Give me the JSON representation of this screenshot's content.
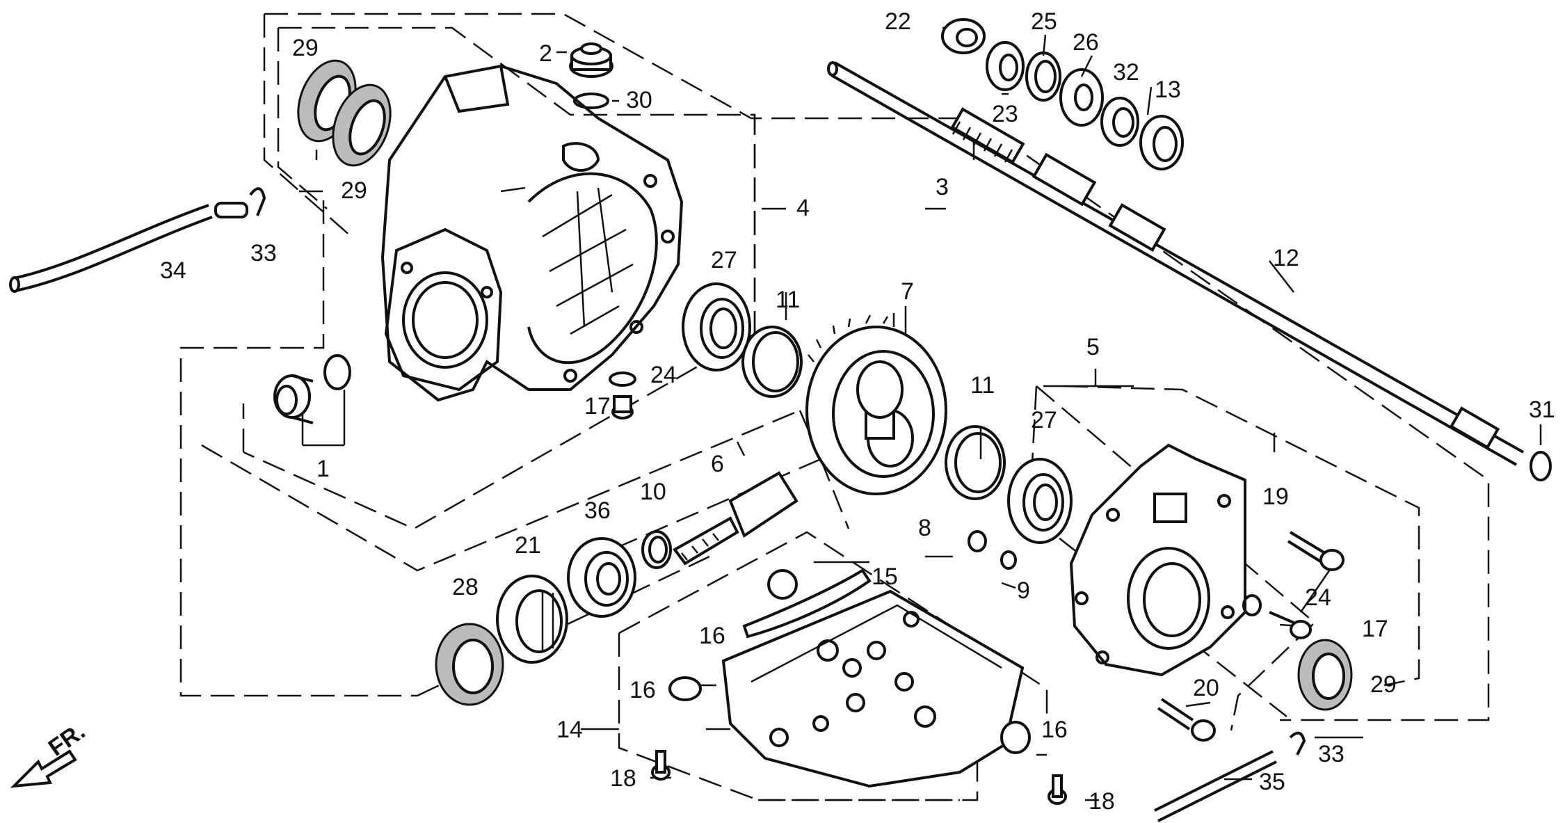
{
  "diagram": {
    "direction_label": "FR.",
    "callouts": [
      {
        "id": "p1",
        "label": "1"
      },
      {
        "id": "p2",
        "label": "2"
      },
      {
        "id": "p3",
        "label": "3"
      },
      {
        "id": "p4",
        "label": "4"
      },
      {
        "id": "p5",
        "label": "5"
      },
      {
        "id": "p6",
        "label": "6"
      },
      {
        "id": "p7",
        "label": "7"
      },
      {
        "id": "p8",
        "label": "8"
      },
      {
        "id": "p9",
        "label": "9"
      },
      {
        "id": "p10",
        "label": "10"
      },
      {
        "id": "p11a",
        "label": "11"
      },
      {
        "id": "p11b",
        "label": "11"
      },
      {
        "id": "p12",
        "label": "12"
      },
      {
        "id": "p13",
        "label": "13"
      },
      {
        "id": "p14",
        "label": "14"
      },
      {
        "id": "p15",
        "label": "15"
      },
      {
        "id": "p16a",
        "label": "16"
      },
      {
        "id": "p16b",
        "label": "16"
      },
      {
        "id": "p16c",
        "label": "16"
      },
      {
        "id": "p17a",
        "label": "17"
      },
      {
        "id": "p17b",
        "label": "17"
      },
      {
        "id": "p18a",
        "label": "18"
      },
      {
        "id": "p18b",
        "label": "18"
      },
      {
        "id": "p19",
        "label": "19"
      },
      {
        "id": "p20",
        "label": "20"
      },
      {
        "id": "p21",
        "label": "21"
      },
      {
        "id": "p22",
        "label": "22"
      },
      {
        "id": "p23",
        "label": "23"
      },
      {
        "id": "p24a",
        "label": "24"
      },
      {
        "id": "p24b",
        "label": "24"
      },
      {
        "id": "p25",
        "label": "25"
      },
      {
        "id": "p26",
        "label": "26"
      },
      {
        "id": "p27a",
        "label": "27"
      },
      {
        "id": "p27b",
        "label": "27"
      },
      {
        "id": "p28",
        "label": "28"
      },
      {
        "id": "p29a",
        "label": "29"
      },
      {
        "id": "p29b",
        "label": "29"
      },
      {
        "id": "p29c",
        "label": "29"
      },
      {
        "id": "p30",
        "label": "30"
      },
      {
        "id": "p31",
        "label": "31"
      },
      {
        "id": "p32",
        "label": "32"
      },
      {
        "id": "p33a",
        "label": "33"
      },
      {
        "id": "p33b",
        "label": "33"
      },
      {
        "id": "p34",
        "label": "34"
      },
      {
        "id": "p35",
        "label": "35"
      },
      {
        "id": "p36",
        "label": "36"
      }
    ]
  }
}
